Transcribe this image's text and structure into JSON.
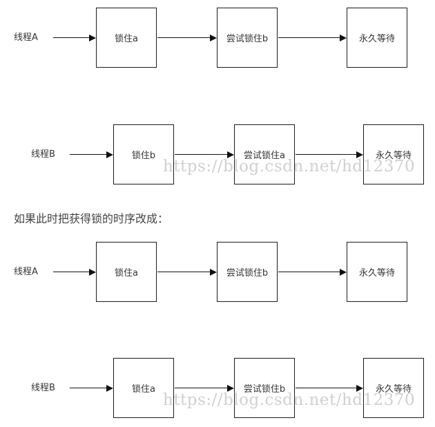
{
  "diagrams": [
    {
      "thread": "线程A",
      "steps": [
        "锁住a",
        "尝试锁住b",
        "永久等待"
      ]
    },
    {
      "thread": "线程B",
      "steps": [
        "锁住b",
        "尝试锁住a",
        "永久等待"
      ]
    },
    {
      "thread": "线程A",
      "steps": [
        "锁住a",
        "尝试锁住b",
        "永久等待"
      ]
    },
    {
      "thread": "线程B",
      "steps": [
        "锁住a",
        "尝试锁住b",
        "永久等待"
      ]
    }
  ],
  "heading": "如果此时把获得锁的时序改成：",
  "watermark": "https://blog.csdn.net/hd12370"
}
